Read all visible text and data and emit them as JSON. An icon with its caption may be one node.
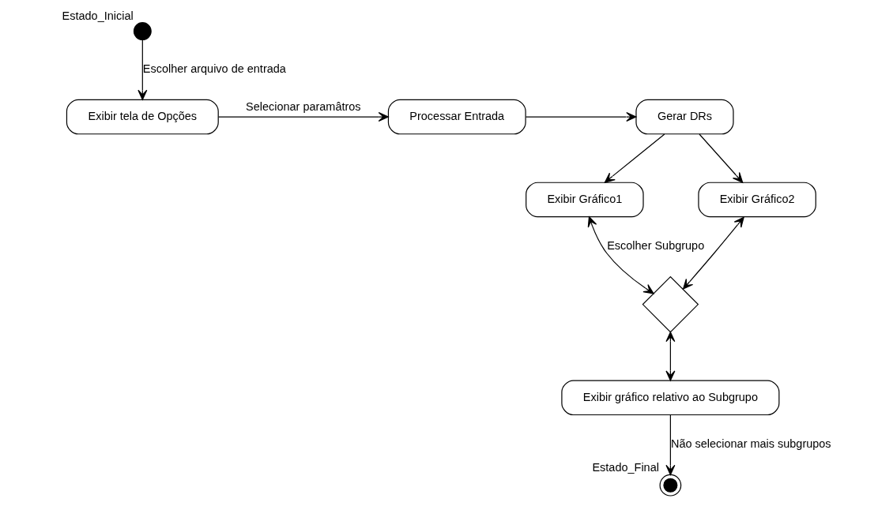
{
  "diagram": {
    "nodes": [
      {
        "text": [
          "Exibir tela de Opções"
        ]
      },
      {
        "text": [
          "Processar Entrada"
        ]
      },
      {
        "text": [
          "Gerar DRs"
        ]
      },
      {
        "text": [
          "Exibir Gráfico1"
        ]
      },
      {
        "text": [
          "Exibir Gráfico2"
        ]
      },
      {
        "text": [],
        "shape": "circle",
        "beside": [
          "Estado_Inicial"
        ]
      },
      {
        "text": [],
        "shape": "diamond"
      },
      {
        "text": [],
        "shape": "circle",
        "beside": [
          "Estado_Final"
        ]
      },
      {
        "text": [
          "Exibir gráfico relativo ao Subgrupo"
        ]
      }
    ],
    "edges": [
      {
        "from": 5,
        "to": 0,
        "arrow": "to",
        "label": "Escolher arquivo de entrada"
      },
      {
        "from": 0,
        "to": 1,
        "arrow": "to",
        "label": "Selecionar paramâtros"
      },
      {
        "from": 1,
        "to": 2,
        "arrow": "to"
      },
      {
        "from": 2,
        "to": 3,
        "arrow": "to"
      },
      {
        "from": 2,
        "to": 4,
        "arrow": "to"
      },
      {
        "from": 3,
        "to": 6,
        "arrow": "both",
        "label": "Escolher Subgrupo"
      },
      {
        "from": 4,
        "to": 6,
        "arrow": "both"
      },
      {
        "from": 6,
        "to": 8,
        "arrow": "both"
      },
      {
        "from": 8,
        "to": 7,
        "arrow": "to",
        "label": "Não selecionar mais subgrupos"
      }
    ]
  }
}
